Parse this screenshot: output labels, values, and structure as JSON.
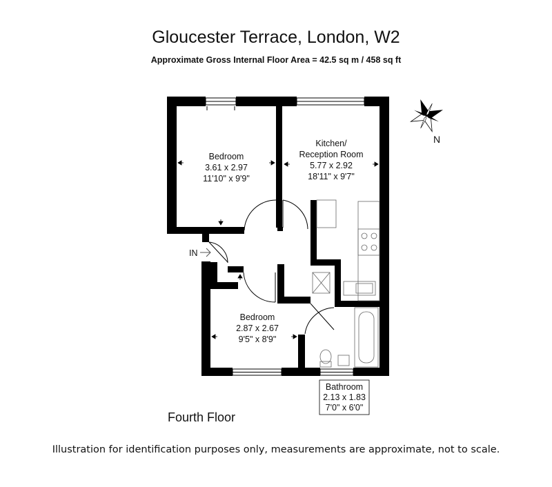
{
  "header": {
    "title": "Gloucester Terrace, London, W2",
    "subtitle": "Approximate Gross Internal Floor Area = 42.5 sq m / 458 sq ft"
  },
  "compass": {
    "label": "N"
  },
  "entrance": {
    "label": "IN"
  },
  "rooms": [
    {
      "name": "Bedroom",
      "metric": "3.61 x 2.97",
      "imperial": "11'10\" x 9'9\""
    },
    {
      "name": "Kitchen/",
      "name2": "Reception Room",
      "metric": "5.77 x 2.92",
      "imperial": "18'11\" x 9'7\""
    },
    {
      "name": "Bedroom",
      "metric": "2.87 x 2.67",
      "imperial": "9'5\" x 8'9\""
    },
    {
      "name": "Bathroom",
      "metric": "2.13 x 1.83",
      "imperial": "7'0\" x 6'0\""
    }
  ],
  "floor": {
    "label": "Fourth Floor"
  },
  "footer": {
    "disclaimer": "Illustration for identification purposes only, measurements are approximate, not to scale."
  },
  "colors": {
    "wall": "#000000",
    "fixture_line": "#666666"
  }
}
